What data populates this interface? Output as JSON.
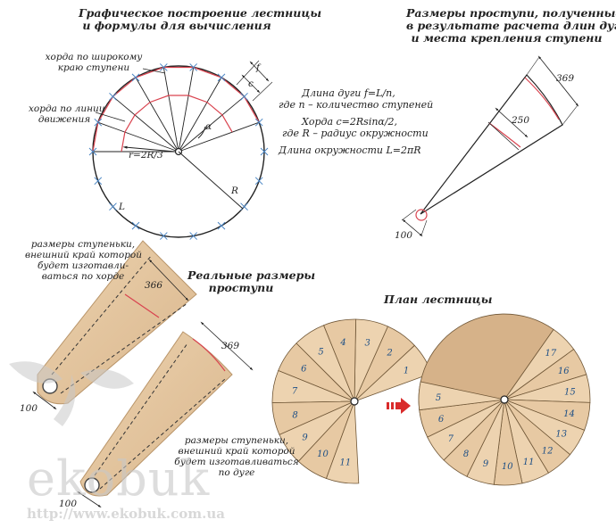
{
  "titles": {
    "construction_line1": "Графическое построение лестницы",
    "construction_line2": "и формулы для вычисления",
    "sizes_line1": "Размеры проступи, полученные",
    "sizes_line2": "в результате расчета длин дуг",
    "sizes_line3": "и места крепления ступени",
    "real_line1": "Реальные размеры",
    "real_line2": "проступи",
    "plan": "План лестницы"
  },
  "circle_labels": {
    "chord_wide_line1": "хорда по широкому",
    "chord_wide_line2": "краю ступени",
    "chord_motion_line1": "хорда по линии",
    "chord_motion_line2": "движения",
    "f": "f",
    "c": "c",
    "alpha": "α",
    "r": "r=2R/3",
    "R": "R",
    "L": "L"
  },
  "formulas": {
    "arc_line1": "Длина дуги f=L/n,",
    "arc_line2": "где n – количество ступеней",
    "chord_line1": "Хорда c=2Rsinα/2,",
    "chord_line2": "где R – радиус окружности",
    "circ": "Длина окружности L=2πR"
  },
  "dimensions": {
    "wide_top": "369",
    "middle": "250",
    "hole": "100",
    "chord_top": "366"
  },
  "notes": {
    "chord_made_line1": "размеры ступеньки,",
    "chord_made_line2": "внешний край которой",
    "chord_made_line3": "будет изготавли-",
    "chord_made_line4": "ваться по хорде",
    "arc_made_line1": "размеры ступеньки,",
    "arc_made_line2": "внешний край которой",
    "arc_made_line3": "будет изготавливаться",
    "arc_made_line4": "по дуге"
  },
  "plan_left_steps": [
    "1",
    "2",
    "3",
    "4",
    "5",
    "6",
    "7",
    "8",
    "9",
    "10",
    "11"
  ],
  "plan_right_steps": [
    "17",
    "16",
    "15",
    "14",
    "13",
    "12",
    "11",
    "10",
    "9",
    "8",
    "7",
    "6",
    "5"
  ],
  "watermark": {
    "brand": "ekobuk",
    "url": "http://www.ekobuk.com.ua"
  },
  "colors": {
    "wood": "#e7c9a3",
    "wood_dark": "#d6b289",
    "red_line": "#d9434f",
    "cross": "#4b86c4",
    "arrow": "#d92b2b"
  }
}
